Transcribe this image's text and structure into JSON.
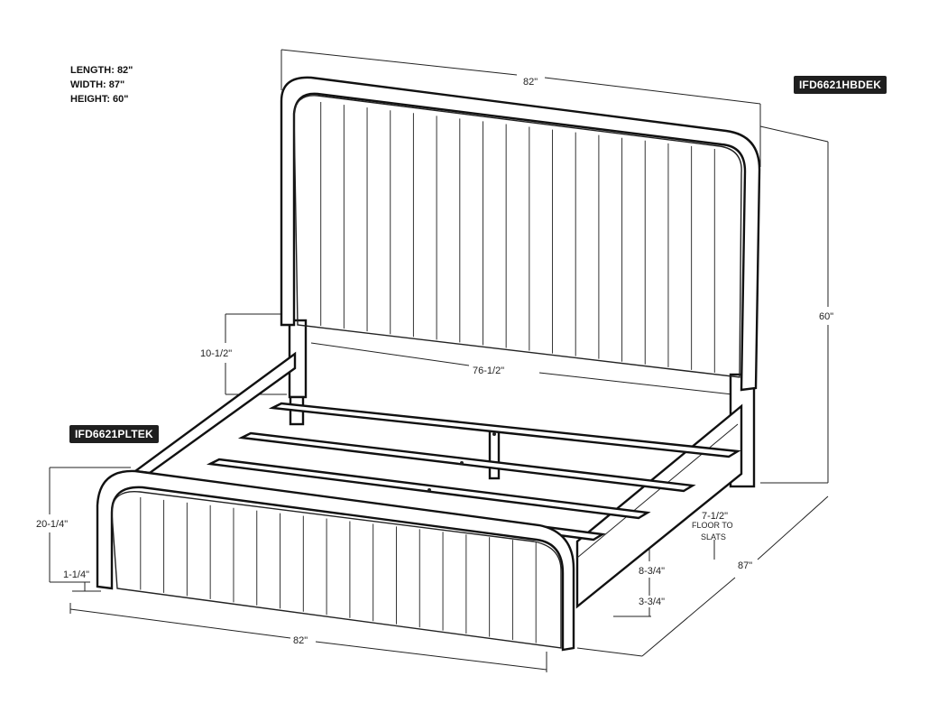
{
  "specs": {
    "length": "LENGTH: 82\"",
    "width": "WIDTH: 87\"",
    "height": "HEIGHT: 60\""
  },
  "badges": {
    "headboard_code": "IFD6621HBDEK",
    "footboard_code": "IFD6621PLTEK"
  },
  "dimensions": {
    "headboard_width": "82\"",
    "overall_height": "60\"",
    "rail_height": "10-1/2\"",
    "inner_width": "76-1/2\"",
    "footboard_height": "20-1/4\"",
    "foot_leg": "1-1/4\"",
    "footboard_width": "82\"",
    "overall_depth": "87\"",
    "floor_to_slats_value": "7-1/2\"",
    "floor_to_slats_line1": "FLOOR TO",
    "floor_to_slats_line2": "SLATS",
    "side_rail_height": "8-3/4\"",
    "side_rail_clearance": "3-3/4\""
  }
}
